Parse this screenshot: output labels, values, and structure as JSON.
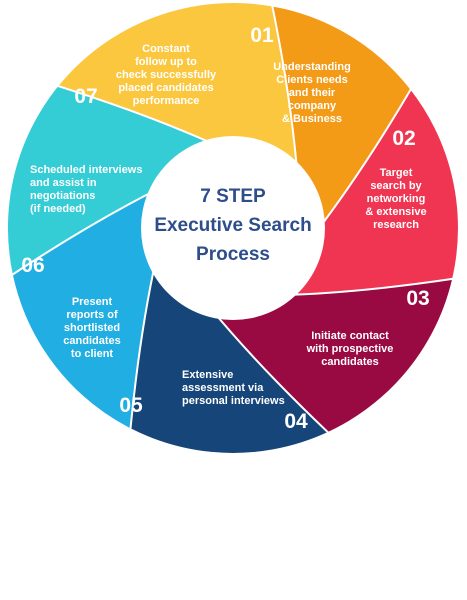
{
  "center": {
    "lines": [
      "7 STEP",
      "Executive Search",
      "Process"
    ]
  },
  "steps": [
    {
      "number": "01",
      "lines": [
        "Understanding",
        "Clients needs",
        "and their",
        "company",
        "& Business"
      ],
      "color": "#f39a16"
    },
    {
      "number": "02",
      "lines": [
        "Target",
        "search by",
        "networking",
        "& extensive",
        "research"
      ],
      "color": "#ef3551"
    },
    {
      "number": "03",
      "lines": [
        "Initiate contact",
        "with prospective",
        "candidates"
      ],
      "color": "#9a0a42"
    },
    {
      "number": "04",
      "lines": [
        "Extensive",
        "assessment via",
        "personal interviews"
      ],
      "color": "#16457a"
    },
    {
      "number": "05",
      "lines": [
        "Present",
        "reports of",
        "shortlisted",
        "candidates",
        "to client"
      ],
      "color": "#20aee3"
    },
    {
      "number": "06",
      "lines": [
        "Scheduled interviews",
        "and assist in",
        "negotiations",
        "(if needed)"
      ],
      "color": "#34cdd5"
    },
    {
      "number": "07",
      "lines": [
        "Constant",
        "follow up to",
        "check successfully",
        "placed candidates",
        "performance"
      ],
      "color": "#fbc73e"
    }
  ]
}
